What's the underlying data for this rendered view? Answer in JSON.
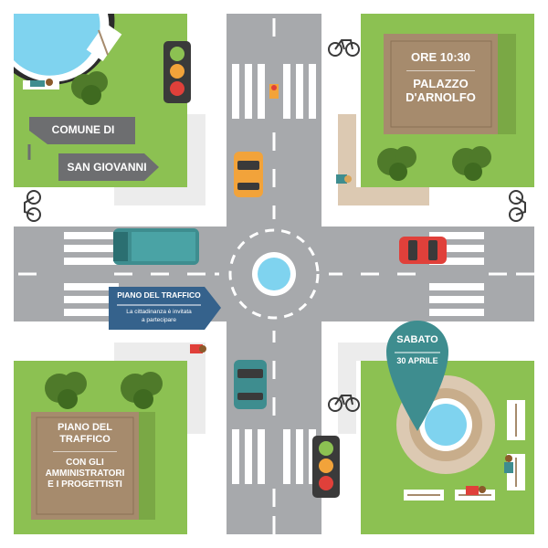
{
  "signs": {
    "comune_line1": "COMUNE DI",
    "comune_line2": "SAN GIOVANNI"
  },
  "event_board": {
    "time": "ORE 10:30",
    "place_line1": "PALAZZO",
    "place_line2": "D'ARNOLFO"
  },
  "info_sign": {
    "title": "PIANO DEL TRAFFICO",
    "subtitle_line1": "La cittadinanza è invitata",
    "subtitle_line2": "a partecipare"
  },
  "date_pin": {
    "day": "SABATO",
    "date": "30 APRILE"
  },
  "bottom_board": {
    "line1": "PIANO DEL",
    "line2": "TRAFFICO",
    "line3": "CON GLI",
    "line4": "AMMINISTRATORI",
    "line5": "E I PROGETTISTI"
  },
  "colors": {
    "grass": "#8cc152",
    "road": "#a7a9ac",
    "sidewalk": "#ececec",
    "board": "#a68b6d",
    "teal": "#3e8d8f",
    "sign_blue": "#35628c",
    "sign_grey": "#6d6e70"
  }
}
